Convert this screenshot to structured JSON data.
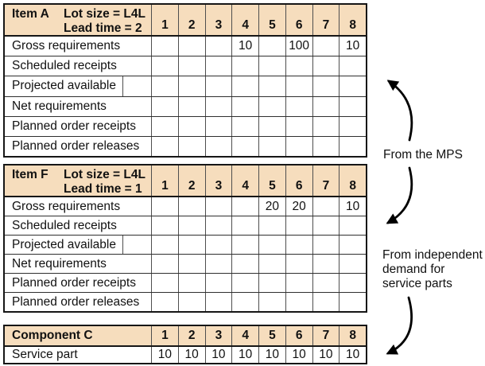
{
  "colors": {
    "header_fill": "#F6DDBD",
    "table_border": "#161616",
    "grid_line": "#4e4e4e",
    "background": "#ffffff",
    "arrow": "#000000"
  },
  "periods": [
    "1",
    "2",
    "3",
    "4",
    "5",
    "6",
    "7",
    "8"
  ],
  "tables": [
    {
      "id": "item-a",
      "title": "Item A",
      "lot_size": "Lot size = L4L",
      "lead_time": "Lead time = 2",
      "rows": [
        {
          "label": "Gross requirements",
          "values": [
            "",
            "",
            "",
            "10",
            "",
            "100",
            "",
            "10"
          ]
        },
        {
          "label": "Scheduled receipts",
          "values": [
            "",
            "",
            "",
            "",
            "",
            "",
            "",
            ""
          ]
        },
        {
          "label": "Projected available",
          "has_inventory_subcell": true,
          "values": [
            "",
            "",
            "",
            "",
            "",
            "",
            "",
            ""
          ]
        },
        {
          "label": "Net requirements",
          "values": [
            "",
            "",
            "",
            "",
            "",
            "",
            "",
            ""
          ]
        },
        {
          "label": "Planned order receipts",
          "values": [
            "",
            "",
            "",
            "",
            "",
            "",
            "",
            ""
          ]
        },
        {
          "label": "Planned order releases",
          "values": [
            "",
            "",
            "",
            "",
            "",
            "",
            "",
            ""
          ]
        }
      ]
    },
    {
      "id": "item-f",
      "title": "Item F",
      "lot_size": "Lot size = L4L",
      "lead_time": "Lead time = 1",
      "rows": [
        {
          "label": "Gross requirements",
          "values": [
            "",
            "",
            "",
            "",
            "20",
            "20",
            "",
            "10"
          ]
        },
        {
          "label": "Scheduled receipts",
          "values": [
            "",
            "",
            "",
            "",
            "",
            "",
            "",
            ""
          ]
        },
        {
          "label": "Projected available",
          "has_inventory_subcell": true,
          "values": [
            "",
            "",
            "",
            "",
            "",
            "",
            "",
            ""
          ]
        },
        {
          "label": "Net requirements",
          "values": [
            "",
            "",
            "",
            "",
            "",
            "",
            "",
            ""
          ]
        },
        {
          "label": "Planned order receipts",
          "values": [
            "",
            "",
            "",
            "",
            "",
            "",
            "",
            ""
          ]
        },
        {
          "label": "Planned order releases",
          "values": [
            "",
            "",
            "",
            "",
            "",
            "",
            "",
            ""
          ]
        }
      ]
    },
    {
      "id": "component-c",
      "title": "Component C",
      "rows": [
        {
          "label": "Service part",
          "values": [
            "10",
            "10",
            "10",
            "10",
            "10",
            "10",
            "10",
            "10"
          ]
        }
      ]
    }
  ],
  "annotations": {
    "mps": {
      "text": "From the MPS"
    },
    "independent": {
      "lines": [
        "From independent",
        "demand for",
        "service parts"
      ]
    }
  }
}
